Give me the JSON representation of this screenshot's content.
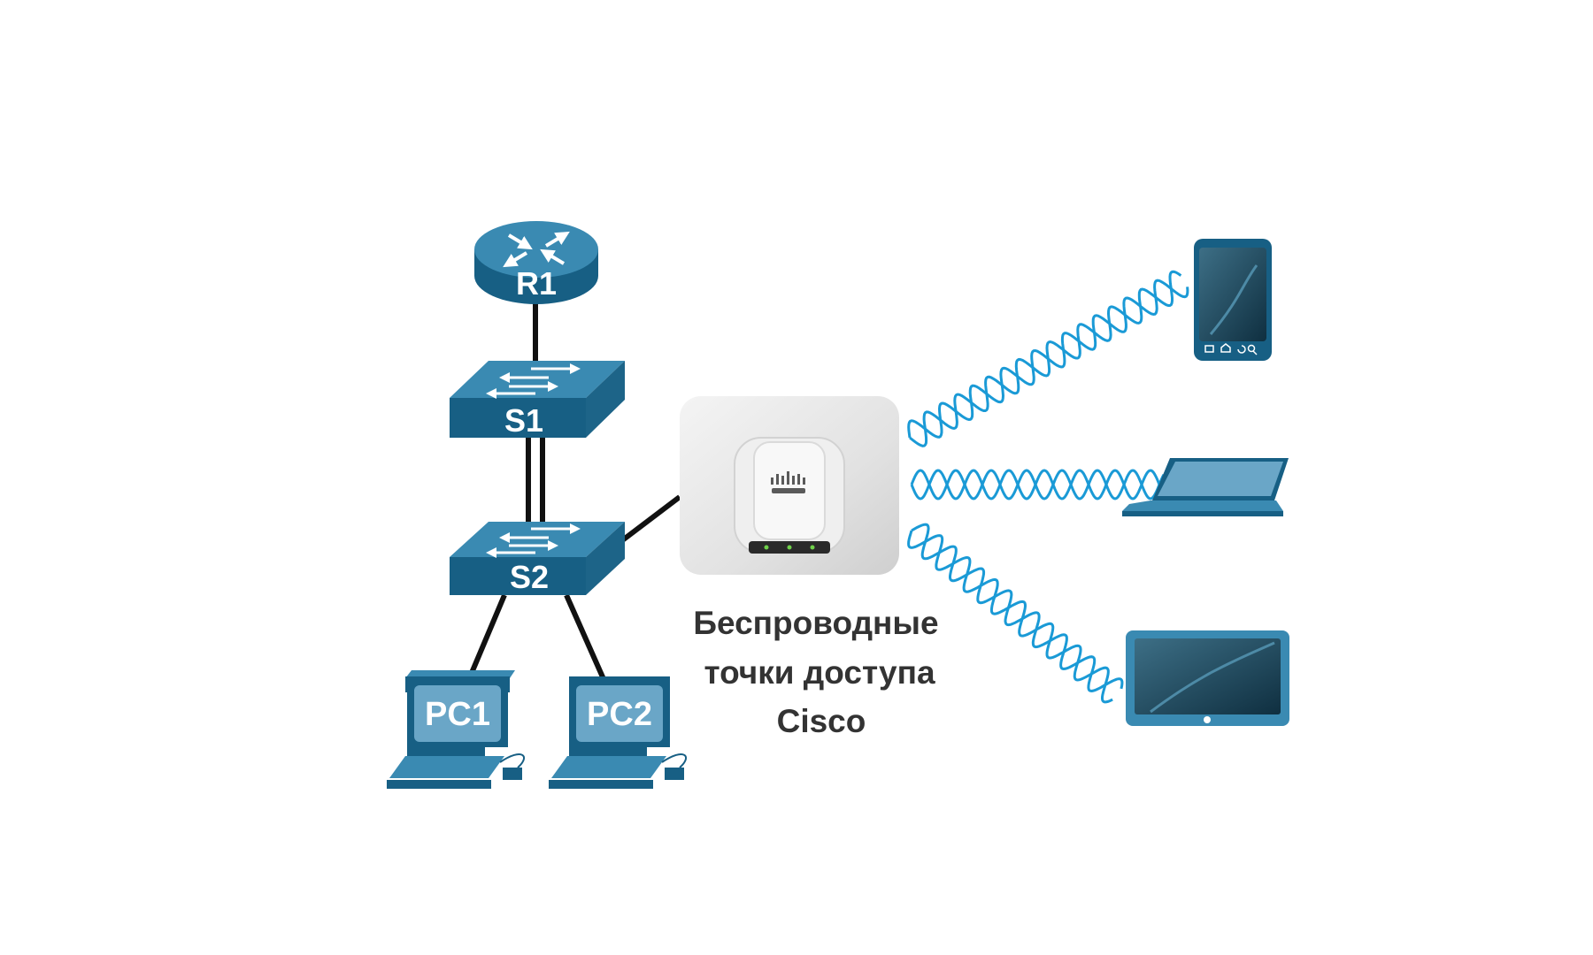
{
  "nodes": {
    "router": {
      "label": "R1"
    },
    "switch1": {
      "label": "S1"
    },
    "switch2": {
      "label": "S2"
    },
    "pc1": {
      "label": "PC1"
    },
    "pc2": {
      "label": "PC2"
    },
    "access_point": {
      "caption_lines": [
        "Беспроводные",
        "точки доступа",
        "Cisco"
      ]
    }
  },
  "wireless_clients": [
    {
      "kind": "smartphone",
      "icon": "smartphone-icon"
    },
    {
      "kind": "laptop",
      "icon": "laptop-icon"
    },
    {
      "kind": "tablet",
      "icon": "tablet-icon"
    }
  ],
  "colors": {
    "device_dark": "#175f84",
    "device_light": "#3a8ab2",
    "wave": "#1a9ad6",
    "cable": "#111111"
  }
}
